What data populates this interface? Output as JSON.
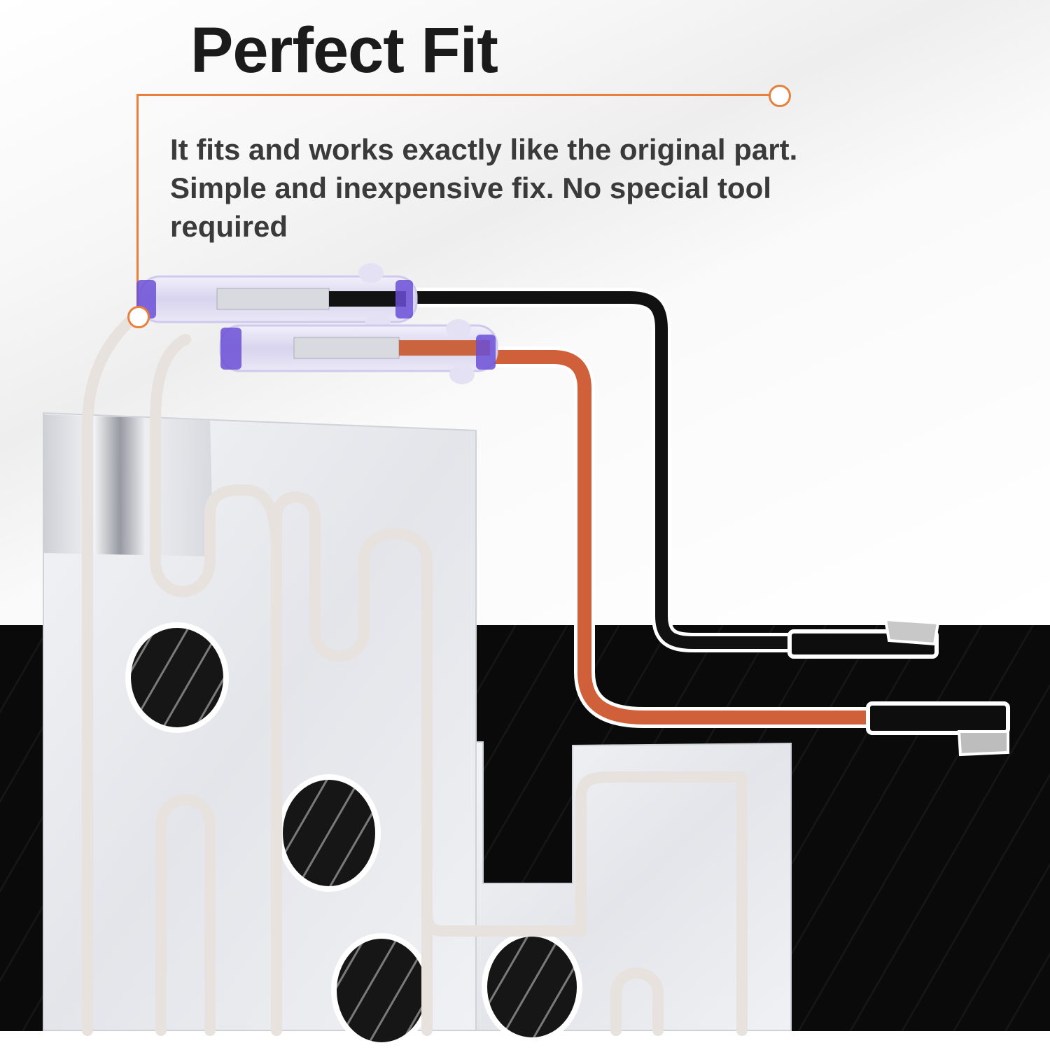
{
  "headline": "Perfect Fit",
  "description": "It fits and works exactly like the original part. Simple and inexpensive fix. No special tool required",
  "callout": {
    "accent_color": "#e8803c"
  },
  "product": {
    "name": "defrost-heater-assembly",
    "components": [
      "aluminum-foil-heater-plate",
      "heating-wire",
      "thermal-fuse",
      "black-lead-wire",
      "orange-lead-wire",
      "spade-terminals"
    ],
    "colors": {
      "foil": "#e9ebef",
      "wire": "#ece8e4",
      "black_wire": "#111111",
      "orange_wire": "#d0603a",
      "fuse_cap": "#6b4fd6",
      "background_dark": "#0b0b0b"
    }
  }
}
